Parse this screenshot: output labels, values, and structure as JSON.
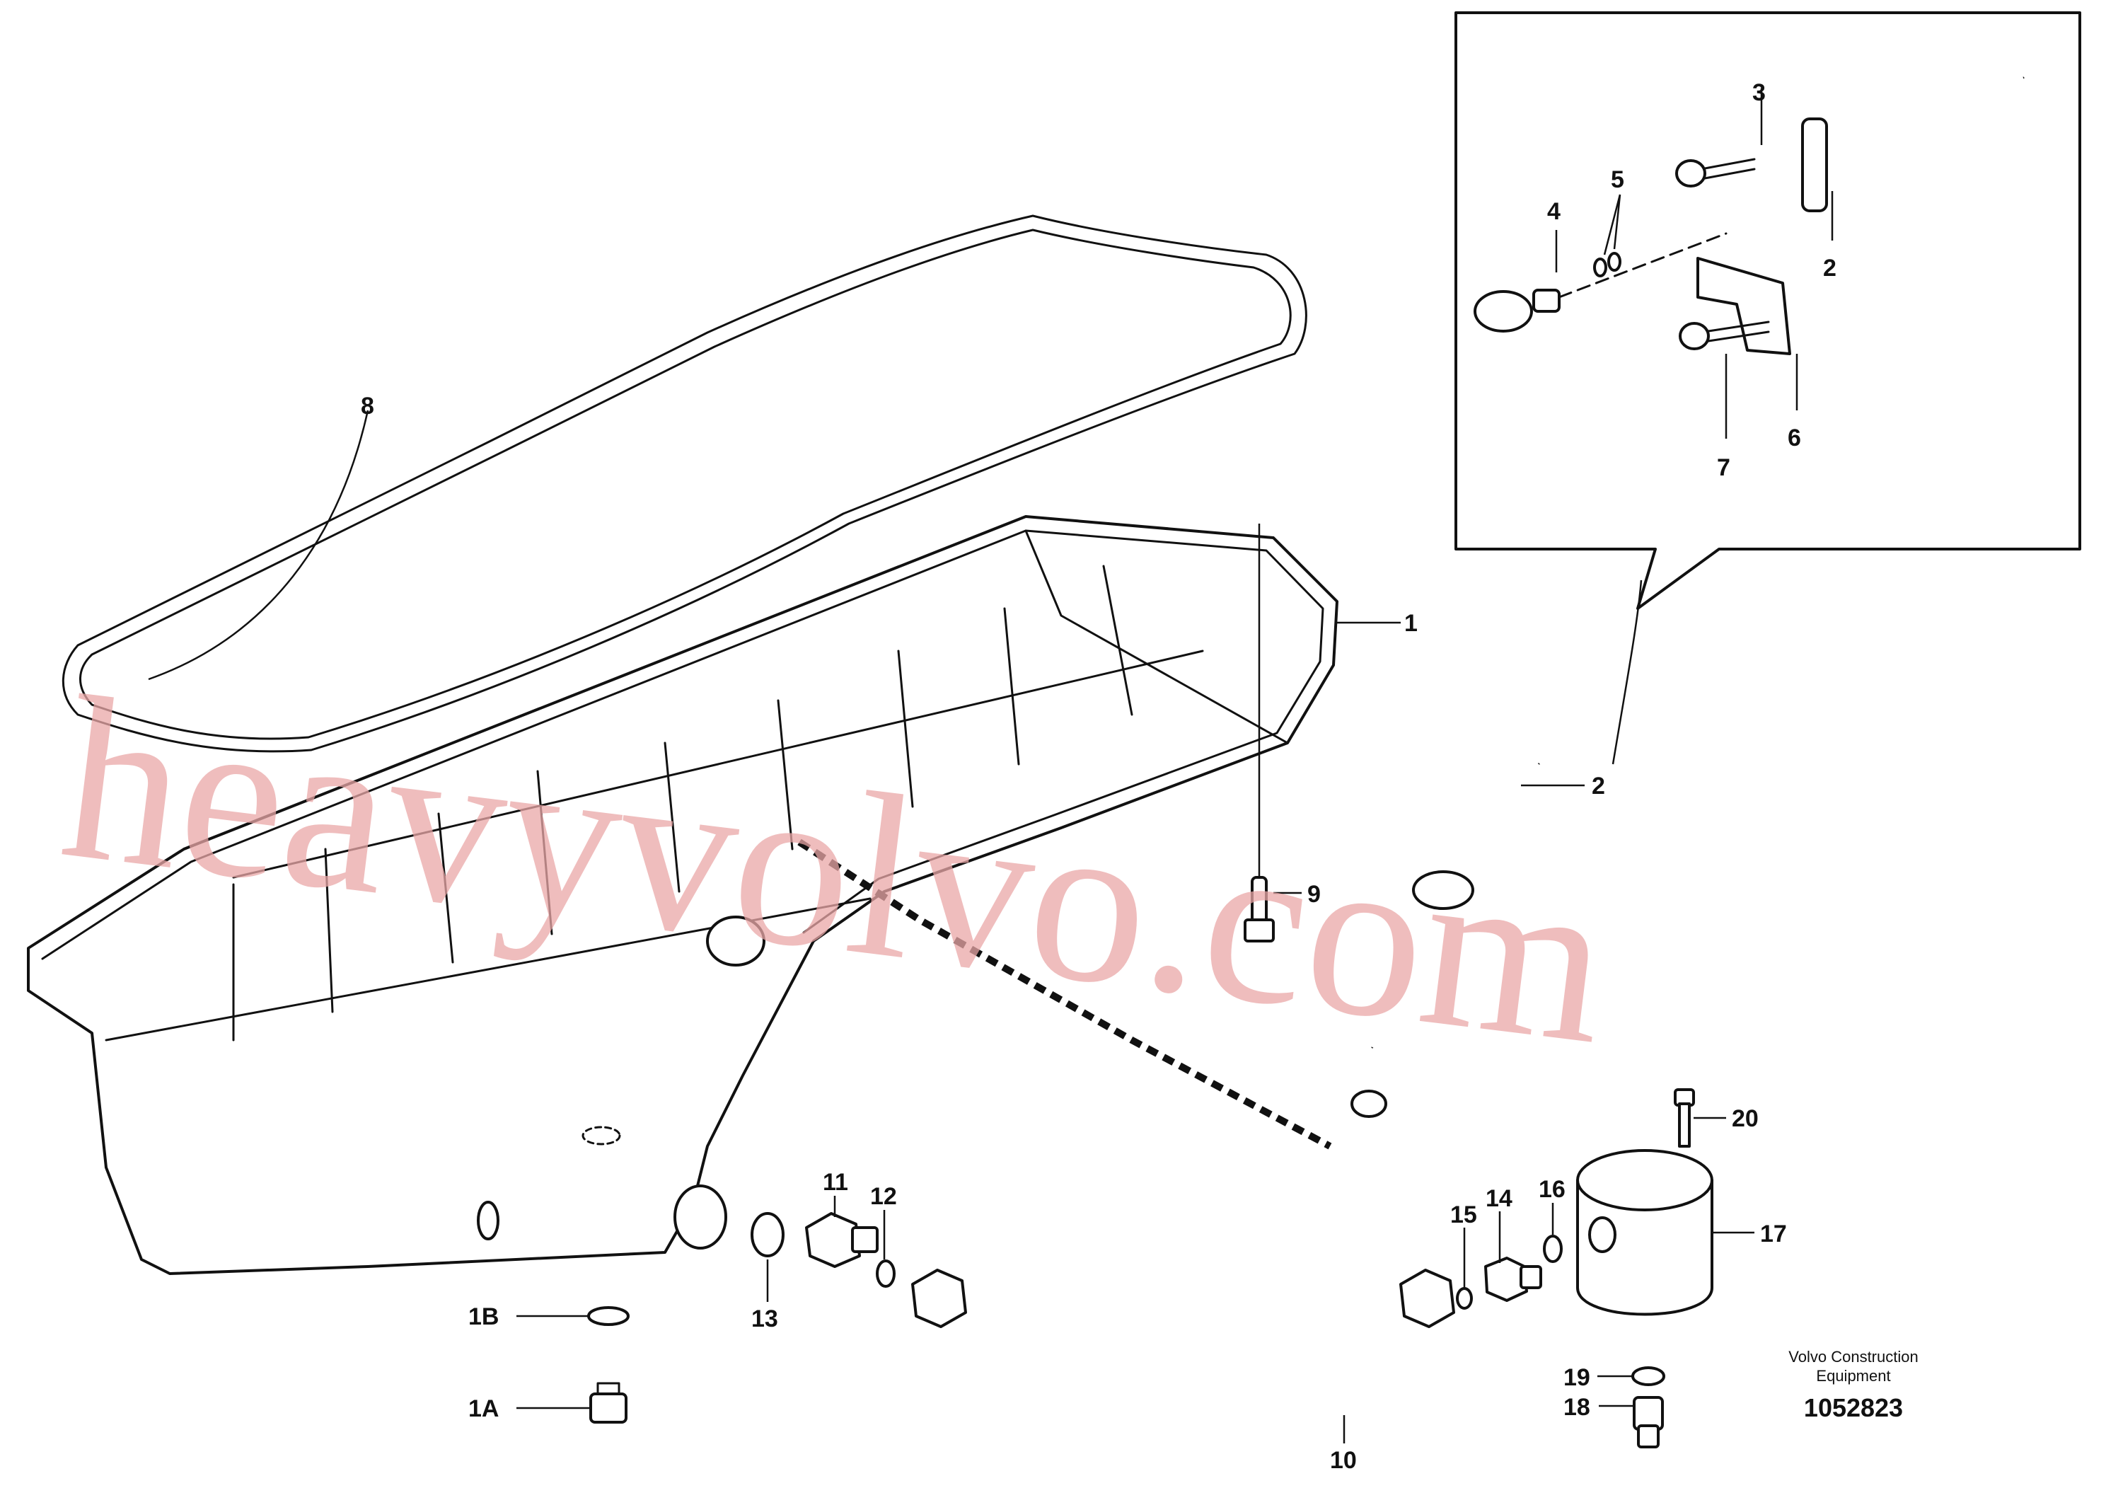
{
  "watermark": "heavyvolvo.com",
  "caption": {
    "company_line1": "Volvo Construction",
    "company_line2": "Equipment",
    "drawing_number": "1052823"
  },
  "callouts": {
    "c1": "1",
    "c1A": "1A",
    "c1B": "1B",
    "c2_main": "2",
    "c2_inset": "2",
    "c3": "3",
    "c4": "4",
    "c5": "5",
    "c6": "6",
    "c7": "7",
    "c8": "8",
    "c9": "9",
    "c10": "10",
    "c11": "11",
    "c12": "12",
    "c13": "13",
    "c14": "14",
    "c15": "15",
    "c16": "16",
    "c17": "17",
    "c18": "18",
    "c19": "19",
    "c20": "20"
  }
}
